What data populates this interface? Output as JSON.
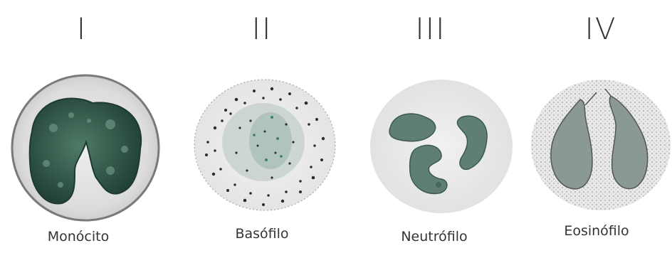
{
  "cells": [
    {
      "numeral": "I",
      "label": "Monócito"
    },
    {
      "numeral": "II",
      "label": "Basófilo"
    },
    {
      "numeral": "III",
      "label": "Neutrófilo"
    },
    {
      "numeral": "IV",
      "label": "Eosinófilo"
    }
  ],
  "colors": {
    "nucleus_dark": "#2f5a4a",
    "nucleus_mid": "#5d7f70",
    "cytoplasm_light": "#e6e6e6",
    "outline": "#777777"
  }
}
